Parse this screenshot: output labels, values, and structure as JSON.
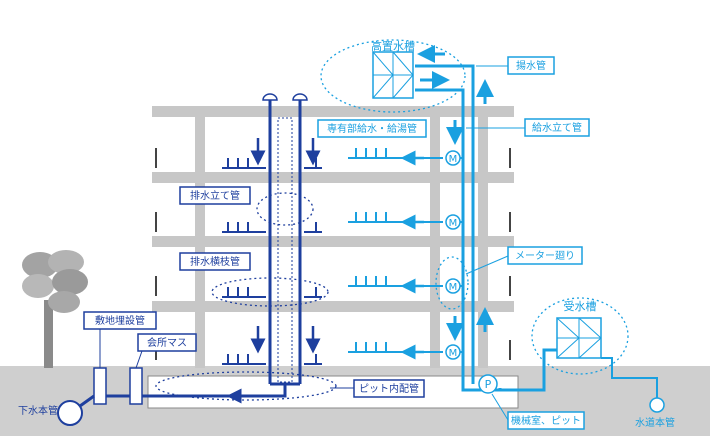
{
  "colors": {
    "drain": "#1e3f9e",
    "supply": "#1aa0e0",
    "building": "#c7c7c7",
    "ground": "#cfcfcf",
    "label_border_dark": "#1e3f9e",
    "label_border_light": "#1aa0e0",
    "tree": "#9a9a9a"
  },
  "labels": {
    "elevated_tank": "高置水槽",
    "pumping_pipe": "揚水管",
    "supply_riser": "給水立て管",
    "private_supply": "専有部給水・給湯管",
    "drain_riser": "排水立て管",
    "drain_branch": "排水横枝管",
    "meter_loop": "メーター廻り",
    "receiving_tank": "受水槽",
    "site_buried": "敷地埋設管",
    "junction_box": "会所マス",
    "pit_piping": "ピット内配管",
    "sewer_main": "下水本管",
    "machine_room": "機械室、ピット",
    "water_main": "水道本管",
    "meter_symbol": "M",
    "pump_symbol": "P"
  }
}
